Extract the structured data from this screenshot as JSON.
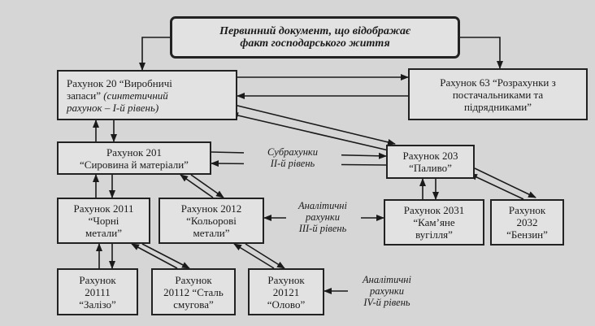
{
  "primary": {
    "line1": "Первинний документ, що відображає",
    "line2": "факт господарського життя"
  },
  "acc20": {
    "line1": "Рахунок 20 “Виробничі",
    "line2a": "запаси”",
    "line2b": " (синтетичний",
    "line3": "рахунок – І-й рівень)"
  },
  "acc63": {
    "line1": "Рахунок 63 “Розрахунки з",
    "line2": "постачальниками та",
    "line3": "підрядниками”"
  },
  "acc201": {
    "line1": "Рахунок 201",
    "line2": "“Сировина й матеріали”"
  },
  "acc203": {
    "line1": "Рахунок 203",
    "line2": "“Паливо”"
  },
  "acc2011": {
    "line1": "Рахунок 2011",
    "line2": "“Чорні",
    "line3": "метали”"
  },
  "acc2012": {
    "line1": "Рахунок 2012",
    "line2": "“Кольорові",
    "line3": "метали”"
  },
  "acc2031": {
    "line1": "Рахунок 2031",
    "line2": "“Кам’яне",
    "line3": "вугілля”"
  },
  "acc2032": {
    "line1": "Рахунок",
    "line2": "2032",
    "line3": "“Бензин”"
  },
  "acc20111": {
    "line1": "Рахунок",
    "line2": "20111",
    "line3": "“Залізо”"
  },
  "acc20112": {
    "line1": "Рахунок",
    "line2": "20112 “Сталь",
    "line3": "смугова”"
  },
  "acc20121": {
    "line1": "Рахунок",
    "line2": "20121",
    "line3": "“Олово”"
  },
  "lbl_sub": {
    "line1": "Субрахунки",
    "line2": "ІІ-й рівень"
  },
  "lbl_an3": {
    "line1": "Аналітичні",
    "line2": "рахунки",
    "line3": "ІІІ-й рівень"
  },
  "lbl_an4": {
    "line1": "Аналітичні",
    "line2": "рахунки",
    "line3": "IV-й рівень"
  }
}
